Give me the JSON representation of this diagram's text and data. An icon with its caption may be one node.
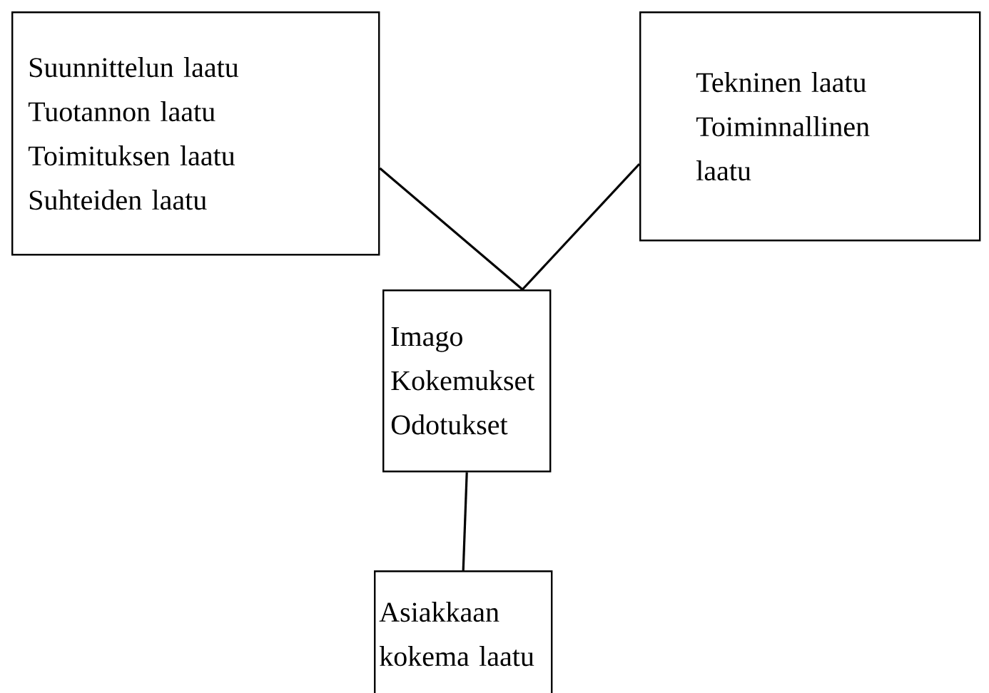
{
  "diagram": {
    "nodes": [
      {
        "text": [
          "Suunnittelun laatu",
          "Tuotannon laatu",
          "Toimituksen laatu",
          "Suhteiden laatu"
        ]
      },
      {
        "text": [
          "Tekninen laatu",
          "Toiminnallinen laatu"
        ]
      },
      {
        "text": [
          "Imago",
          "Kokemukset",
          "Odotukset"
        ]
      },
      {
        "text": [
          "Asiakkaan kokema laatu"
        ]
      }
    ],
    "edges": [
      {
        "from": 0,
        "to": 2,
        "arrow": "none"
      },
      {
        "from": 1,
        "to": 2,
        "arrow": "none"
      },
      {
        "from": 2,
        "to": 3,
        "arrow": "none"
      }
    ]
  }
}
